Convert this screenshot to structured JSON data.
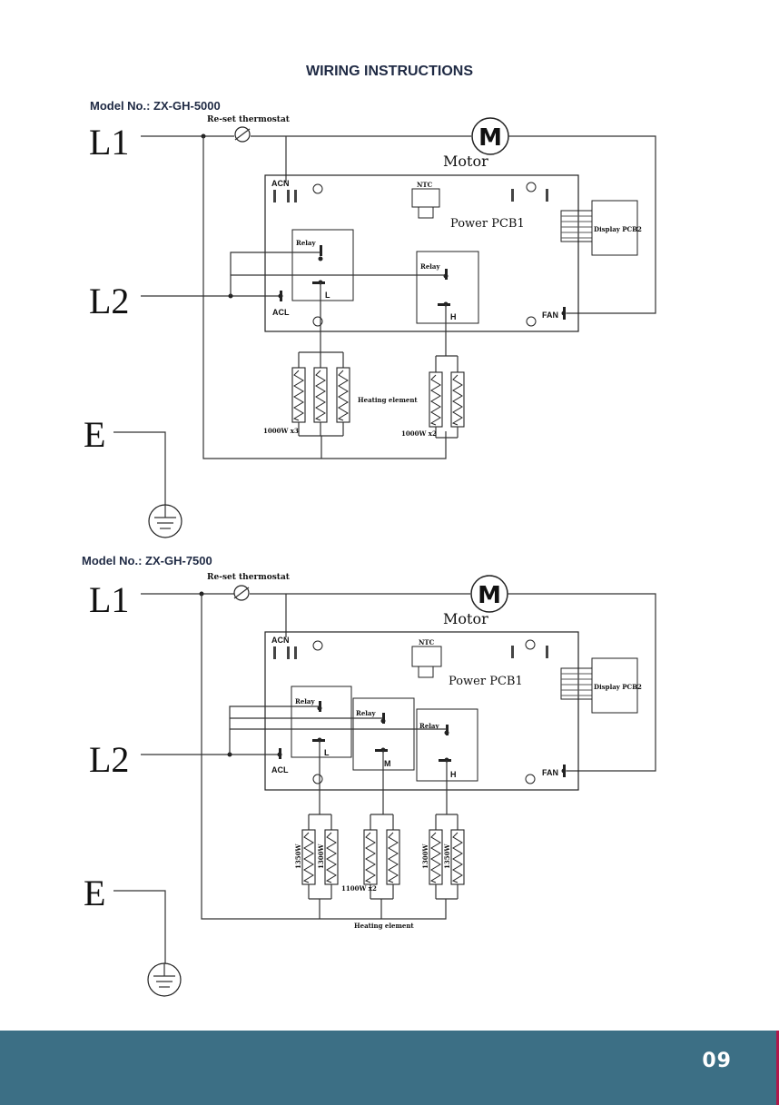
{
  "page": {
    "title": "WIRING INSTRUCTIONS",
    "page_number": "09"
  },
  "diagrams": [
    {
      "model": "Model No.: ZX-GH-5000",
      "labels": {
        "l1": "L1",
        "l2": "L2",
        "e": "E",
        "thermostat": "Re-set thermostat",
        "motor_symbol": "M",
        "motor": "Motor",
        "acn": "ACN",
        "ntc": "NTC",
        "power_pcb": "Power PCB1",
        "display_pcb": "Display PCB2",
        "relay_l": "Relay",
        "relay_h": "Relay",
        "l": "L",
        "h": "H",
        "acl": "ACL",
        "fan": "FAN",
        "heating_element": "Heating element",
        "power_left": "1000W x3",
        "power_right": "1000W x2"
      }
    },
    {
      "model": "Model No.: ZX-GH-7500",
      "labels": {
        "l1": "L1",
        "l2": "L2",
        "e": "E",
        "thermostat": "Re-set thermostat",
        "motor_symbol": "M",
        "motor": "Motor",
        "acn": "ACN",
        "ntc": "NTC",
        "power_pcb": "Power PCB1",
        "display_pcb": "Display PCB2",
        "relay_l": "Relay",
        "relay_m": "Relay",
        "relay_h": "Relay",
        "l": "L",
        "m": "M",
        "h": "H",
        "acl": "ACL",
        "fan": "FAN",
        "heating_element": "Heating element",
        "p1a": "1350W",
        "p1b": "1300W",
        "p_mid": "1100W x2",
        "p3a": "1300W",
        "p3b": "1350W"
      }
    }
  ]
}
